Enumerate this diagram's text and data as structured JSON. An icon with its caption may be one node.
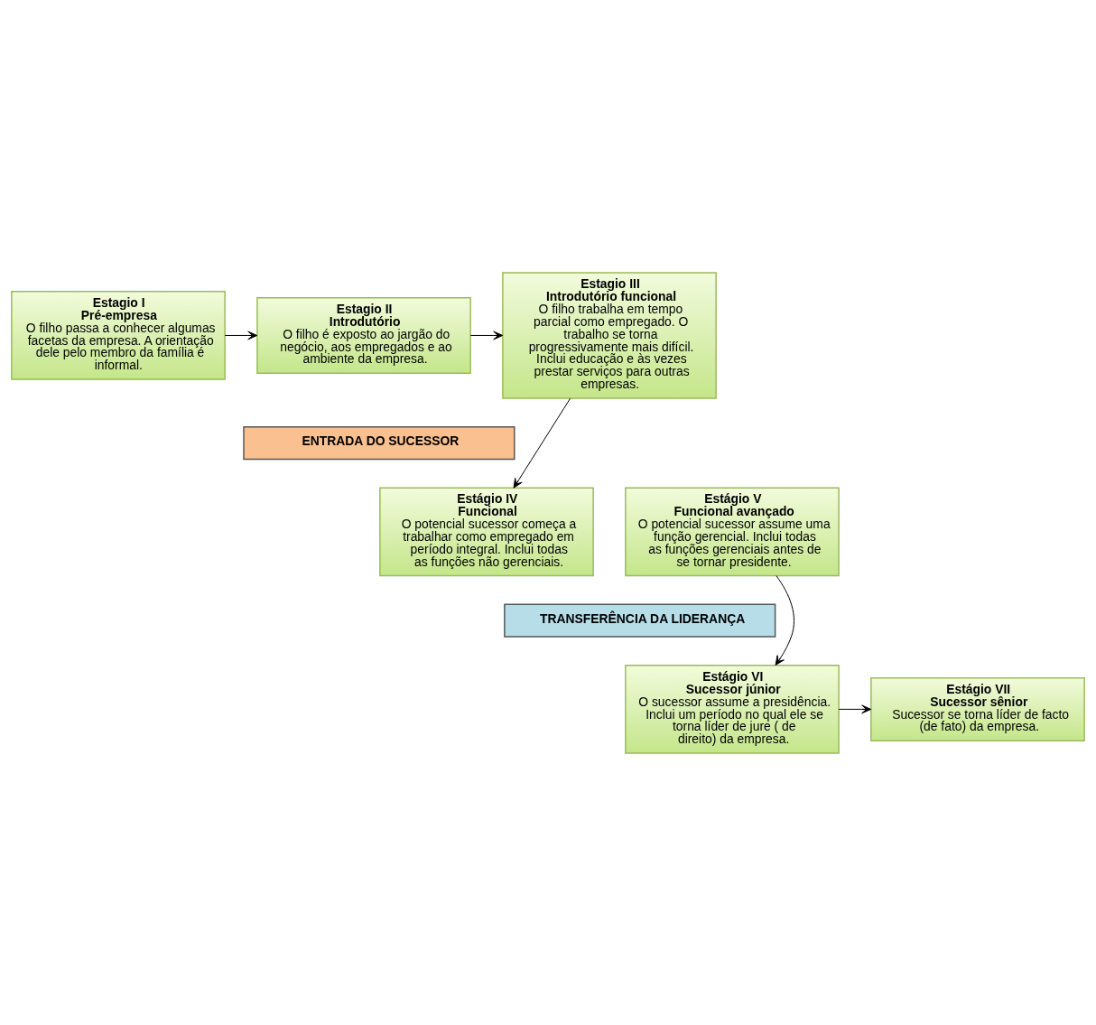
{
  "diagram": {
    "nodes": [
      {
        "text": [
          "Estagio I",
          "Pré-empresa",
          "O filho passa a conhecer algumas facetas da empresa. A orientação dele pelo membro da família é informal."
        ]
      },
      {
        "text": [
          "Estagio II",
          "Introdutório",
          "O filho é exposto ao jargão do negócio, aos empregados e ao ambiente da empresa."
        ]
      },
      {
        "text": [
          "Estagio III",
          "Introdutório funcional",
          "O filho trabalha em tempo parcial como empregado. O trabalho se torna progressivamente mais difícil. Inclui educação e às vezes prestar serviços para outras empresas."
        ]
      },
      {
        "text": [
          "ENTRADA DO SUCESSOR"
        ]
      },
      {
        "text": [
          "Estágio IV",
          "Funcional",
          "O potencial sucessor começa a trabalhar como empregado em período integral. Inclui todas as funções não gerenciais."
        ]
      },
      {
        "text": [
          "Estágio V",
          "Funcional avançado",
          "O potencial sucessor assume uma função gerencial. Inclui todas as funções gerenciais antes de se tornar presidente."
        ]
      },
      {
        "text": [
          "TRANSFERÊNCIA DA LIDERANÇA"
        ]
      },
      {
        "text": [
          "Estágio VI",
          "Sucessor júnior",
          "O sucessor assume a presidência. Inclui um período no qual ele se torna líder de jure ( de direito) da empresa."
        ]
      },
      {
        "text": [
          "Estágio VII",
          "Sucessor sênior",
          "Sucessor se torna líder de facto (de fato) da empresa."
        ]
      }
    ],
    "edges": [
      {
        "from": 0,
        "to": 1,
        "arrow": "to"
      },
      {
        "from": 1,
        "to": 2,
        "arrow": "to"
      },
      {
        "from": 2,
        "to": 4,
        "arrow": "to"
      },
      {
        "from": 5,
        "to": 7,
        "arrow": "to"
      },
      {
        "from": 7,
        "to": 8,
        "arrow": "to"
      }
    ]
  }
}
